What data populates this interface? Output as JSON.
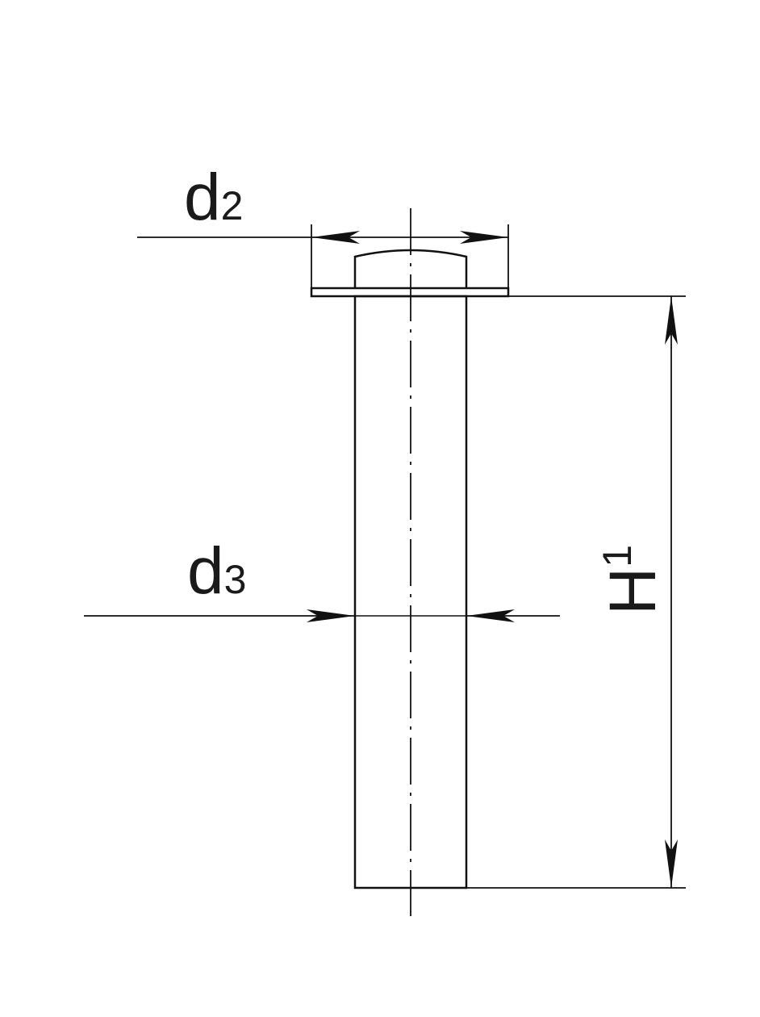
{
  "dimensions": {
    "d2": {
      "main": "d",
      "sub": "2"
    },
    "d3": {
      "main": "d",
      "sub": "3"
    },
    "h1": {
      "main": "H",
      "sub": "1"
    }
  },
  "colors": {
    "stroke": "#111111",
    "background": "#ffffff"
  }
}
